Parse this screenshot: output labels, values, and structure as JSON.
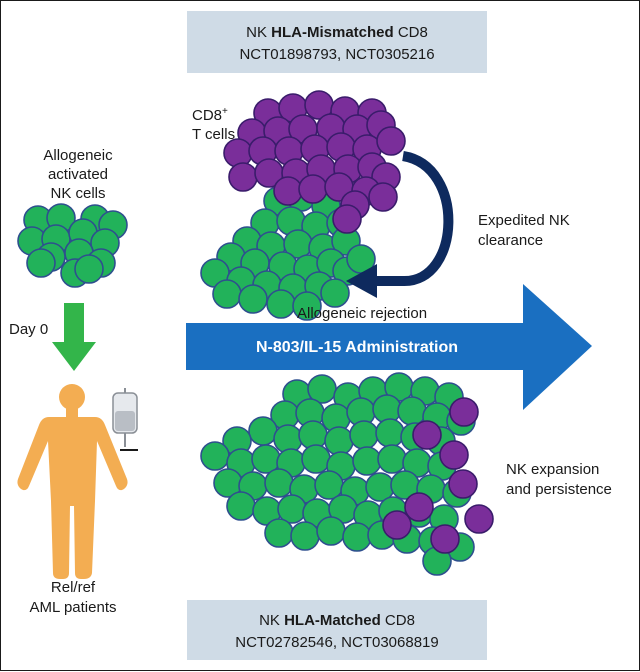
{
  "top_box": {
    "line1_pre": "NK ",
    "line1_bold": "HLA-Mismatched",
    "line1_post": " CD8",
    "line2": "NCT01898793, NCT0305216"
  },
  "bottom_box": {
    "line1_pre": "NK ",
    "line1_bold": "HLA-Matched",
    "line1_post": " CD8",
    "line2": "NCT02782546, NCT03068819"
  },
  "left": {
    "nk_label": [
      "Allogeneic",
      "activated",
      "NK cells"
    ],
    "day_label": "Day 0",
    "patients_label": [
      "Rel/ref",
      "AML patients"
    ]
  },
  "mismatched": {
    "cd8_label": "CD8",
    "cd8_sup": "+",
    "tcells_label": "T cells",
    "clearance_label": [
      "Expedited NK",
      "clearance"
    ],
    "rejection_label": "Allogeneic rejection"
  },
  "arrow_label": "N-803/IL-15 Administration",
  "matched": {
    "expansion_label": [
      "NK expansion",
      "and persistence"
    ]
  },
  "colors": {
    "nk_cell": "#22b25a",
    "cell_outline": "#2e4f8e",
    "cd8_cell": "#7a2e9a",
    "cd8_outline": "#3a1c6b",
    "main_arrow": "#1a6fc1",
    "day_arrow": "#33b54a",
    "curve_arrow": "#0e2a5e",
    "box_fill": "#cfdbe6",
    "body": "#f3ad52"
  }
}
